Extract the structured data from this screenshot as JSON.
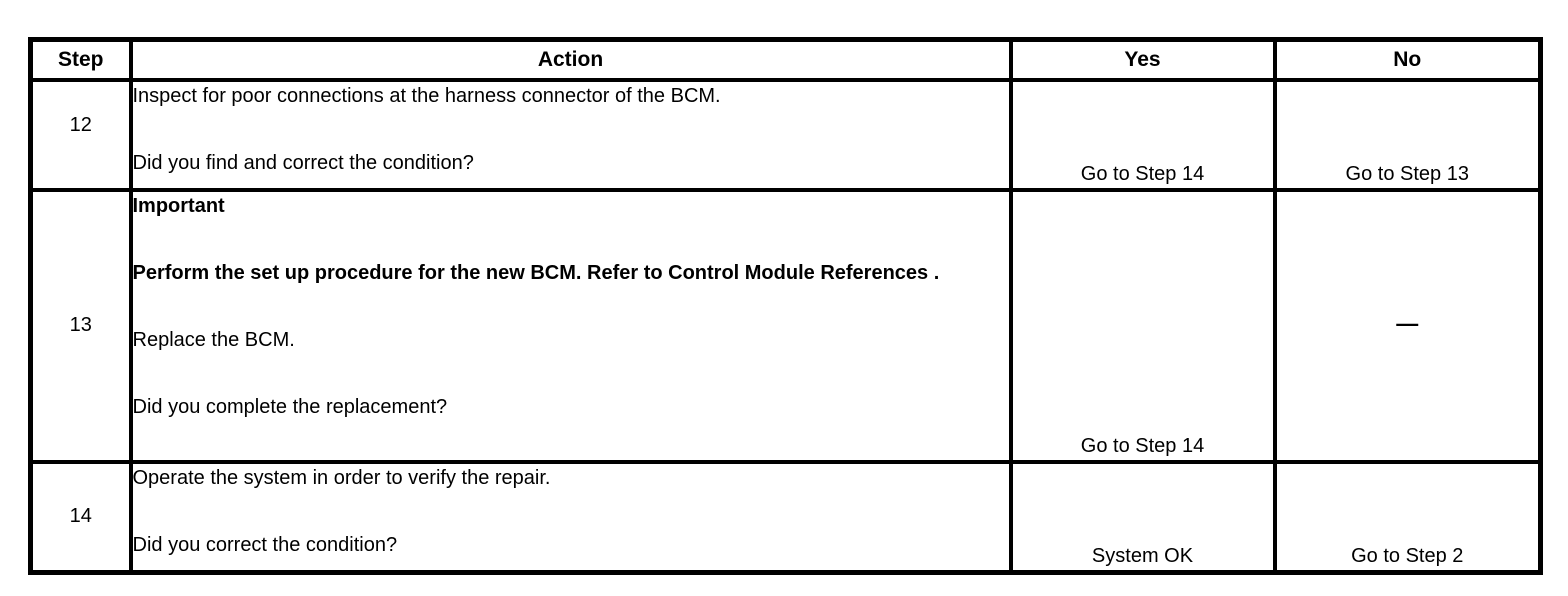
{
  "table": {
    "headers": {
      "step": "Step",
      "action": "Action",
      "yes": "Yes",
      "no": "No"
    },
    "rows": [
      {
        "step": "12",
        "action": [
          {
            "text": "Inspect for poor connections at the harness connector of the BCM."
          },
          {
            "text": "Did you find and correct the condition?"
          }
        ],
        "yes": "Go to Step 14",
        "no": "Go to Step 13"
      },
      {
        "step": "13",
        "action": [
          {
            "text": "Important",
            "bold": true
          },
          {
            "text": "Perform the set up procedure for the new BCM. Refer to Control Module References .",
            "bold": true
          },
          {
            "text": "Replace the BCM."
          },
          {
            "text": "Did you complete the replacement?"
          }
        ],
        "yes": "Go to Step 14",
        "no": "—"
      },
      {
        "step": "14",
        "action": [
          {
            "text": "Operate the system in order to verify the repair."
          },
          {
            "text": "Did you correct the condition?"
          }
        ],
        "yes": "System OK",
        "no": "Go to Step 2"
      }
    ]
  },
  "colors": {
    "border": "#000000",
    "text": "#000000",
    "background": "#ffffff"
  }
}
